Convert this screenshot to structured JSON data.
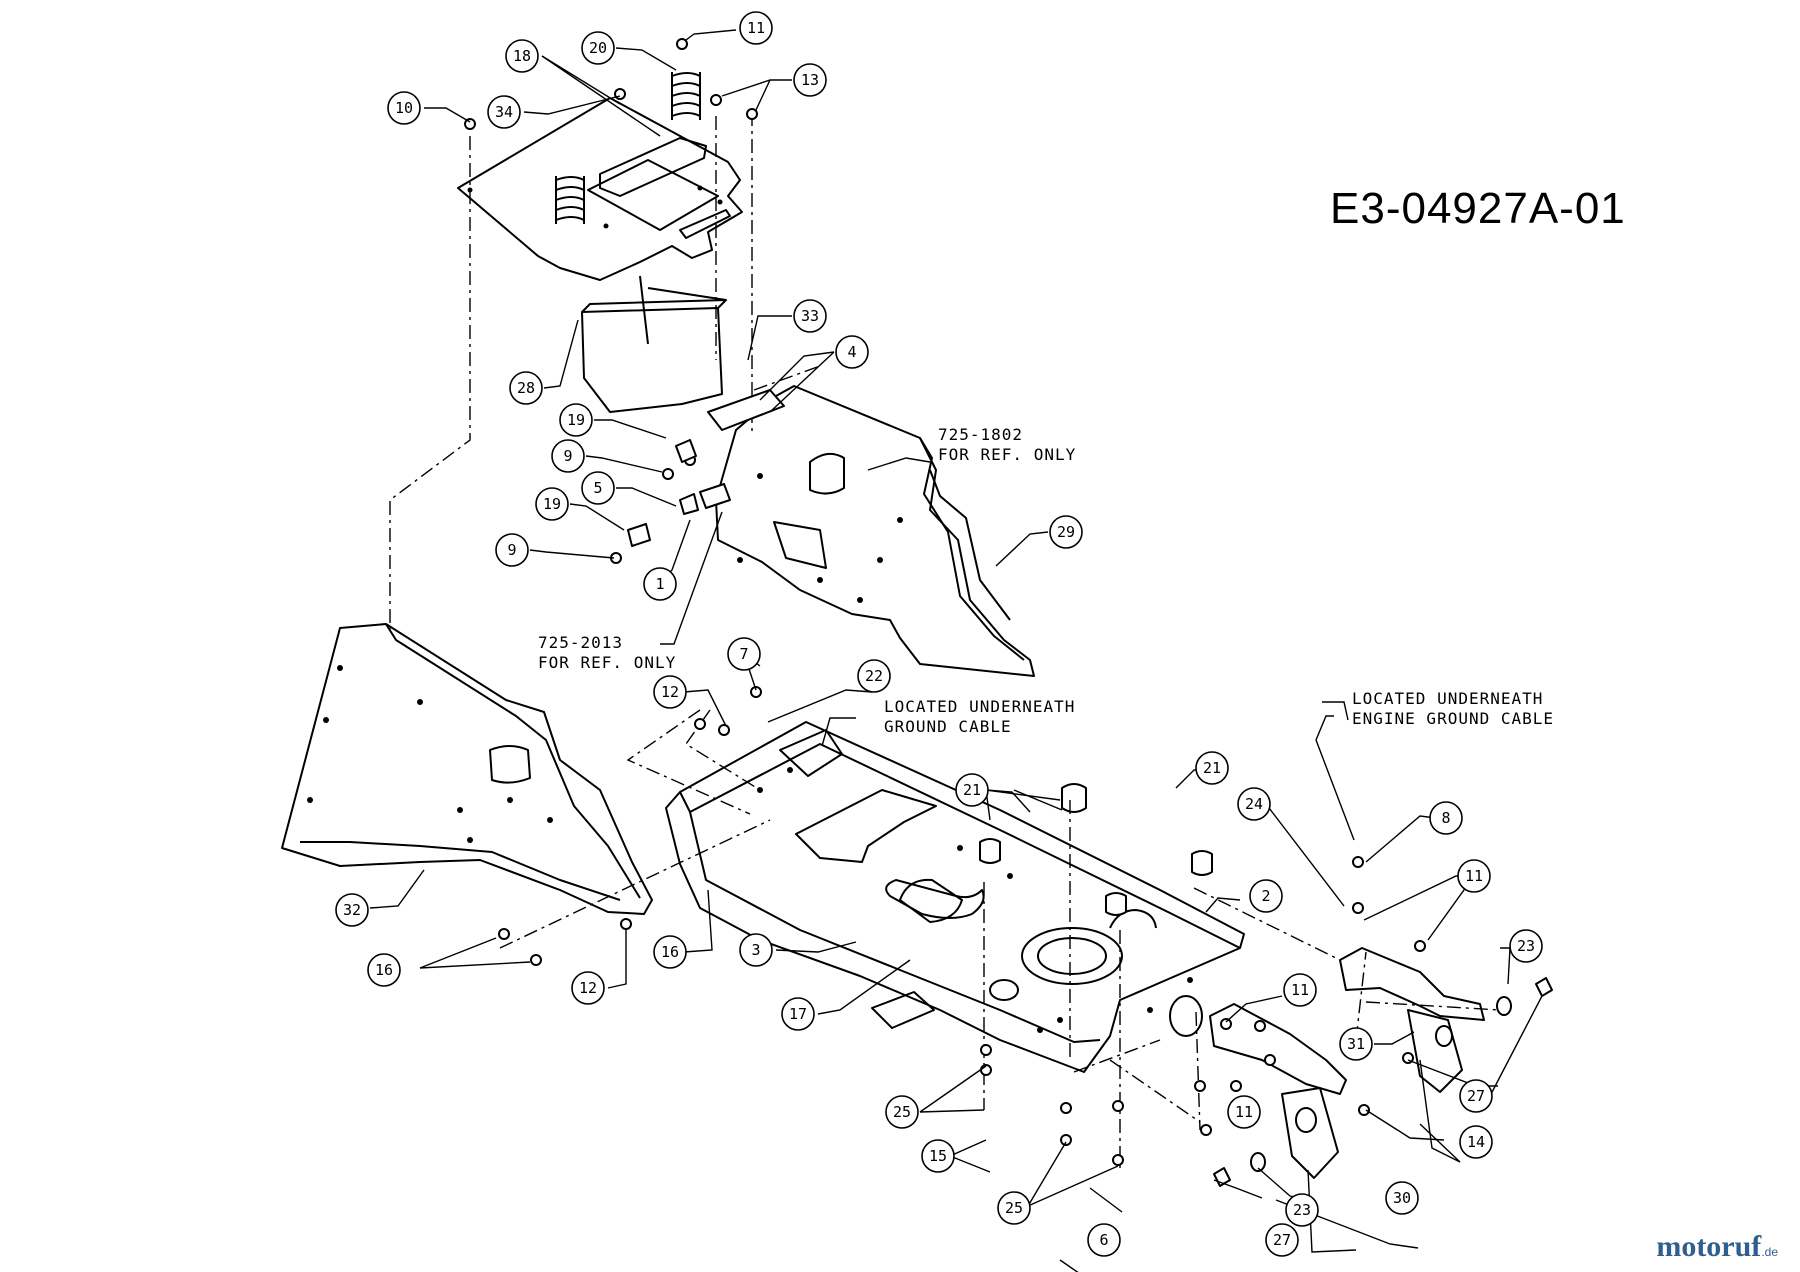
{
  "drawing": {
    "id": "E3-04927A-01",
    "brand": {
      "name": "motoruf",
      "tld": ".de"
    }
  },
  "notes": [
    {
      "key": "ref_1802",
      "line1": "725-1802",
      "line2": "FOR REF. ONLY"
    },
    {
      "key": "ref_2013",
      "line1": "725-2013",
      "line2": "FOR REF. ONLY"
    },
    {
      "key": "ground_cable",
      "line1": "LOCATED UNDERNEATH",
      "line2": "GROUND CABLE"
    },
    {
      "key": "engine_ground",
      "line1": "LOCATED UNDERNEATH",
      "line2": "ENGINE GROUND CABLE"
    }
  ],
  "callouts": [
    "11",
    "20",
    "18",
    "13",
    "10",
    "34",
    "33",
    "4",
    "28",
    "19",
    "9",
    "5",
    "19",
    "9",
    "1",
    "29",
    "7",
    "22",
    "12",
    "21",
    "21",
    "24",
    "8",
    "11",
    "2",
    "32",
    "16",
    "16",
    "3",
    "12",
    "17",
    "21",
    "11",
    "23",
    "31",
    "27",
    "25",
    "15",
    "11",
    "14",
    "30",
    "25",
    "6",
    "23",
    "27"
  ],
  "icons": {
    "callout_shape": "circle",
    "fastener_shape": "bolt"
  }
}
